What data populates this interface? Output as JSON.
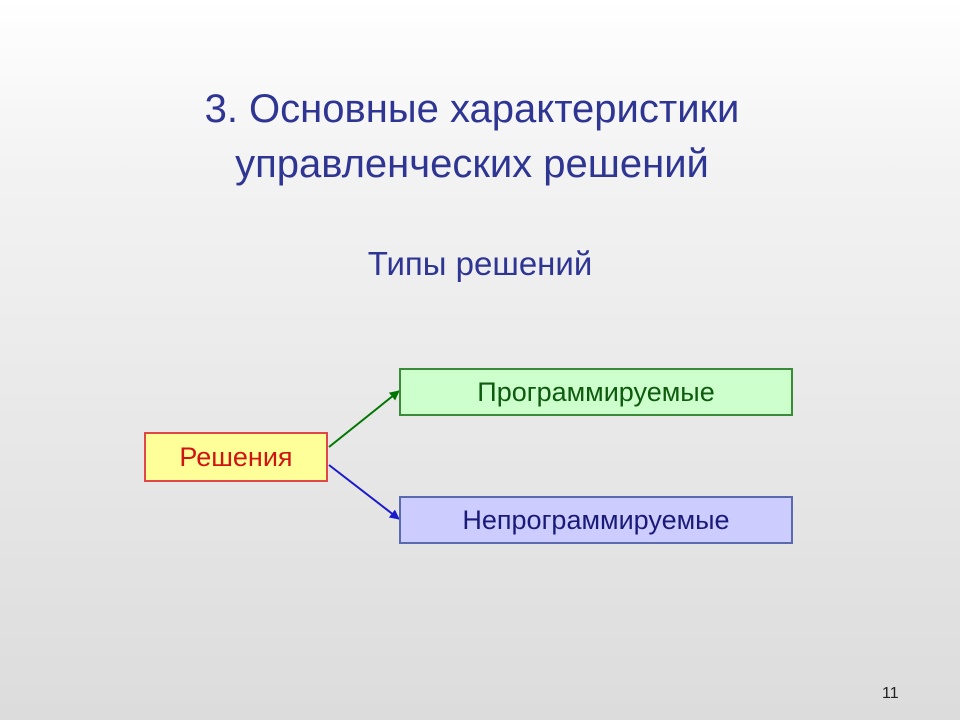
{
  "slide": {
    "title_line1": "3. Основные характеристики",
    "title_line2": "управленческих решений",
    "subtitle": "Типы решений",
    "page_number": "11"
  },
  "diagram": {
    "root": {
      "label": "Решения"
    },
    "branches": [
      {
        "label": "Программируемые",
        "arrow_color": "#007700"
      },
      {
        "label": "Непрограммируемые",
        "arrow_color": "#1a1acc"
      }
    ]
  }
}
